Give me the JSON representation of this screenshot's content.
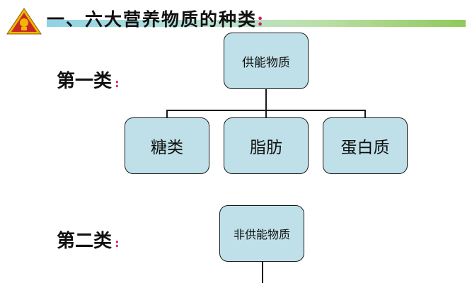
{
  "header": {
    "title": "一、六大营养物质的种类",
    "colon": ":"
  },
  "category1": {
    "label": "第一类",
    "colon": ":",
    "root": "供能物质",
    "children": [
      "糖类",
      "脂肪",
      "蛋白质"
    ]
  },
  "category2": {
    "label": "第二类",
    "colon": ":",
    "root": "非供能物质"
  },
  "colors": {
    "box_fill": "#bfe0e8",
    "box_border": "#1a1a1a",
    "accent_colon": "#d81b60",
    "logo_red": "#c62828",
    "logo_gold": "#f2b705"
  }
}
